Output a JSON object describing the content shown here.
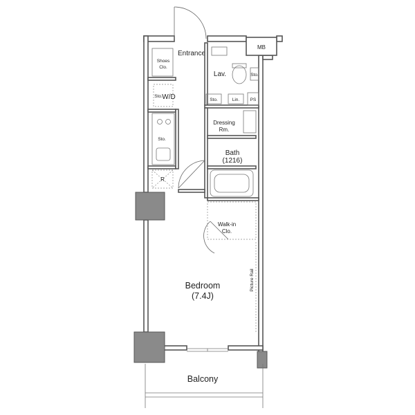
{
  "rooms": {
    "entrance": "Entrance",
    "mb": "MB",
    "shoes_clo_1": "Shoes",
    "shoes_clo_2": "Clo.",
    "lav": "Lav.",
    "sto_wc": "Sto.",
    "wd": "W/D",
    "sto_wd": "Sto.",
    "sto_small": "Sto.",
    "lin": "Lin.",
    "ps": "PS",
    "dressing_1": "Dressing",
    "dressing_2": "Rm.",
    "sto_kitchen": "Sto.",
    "bath_1": "Bath",
    "bath_2": "(1216)",
    "refrigerator": "R",
    "walkin_1": "Walk-in",
    "walkin_2": "Clo.",
    "bedroom_1": "Bedroom",
    "bedroom_2": "(7.4J)",
    "picture_rail": "Picture Rail",
    "balcony": "Balcony"
  }
}
